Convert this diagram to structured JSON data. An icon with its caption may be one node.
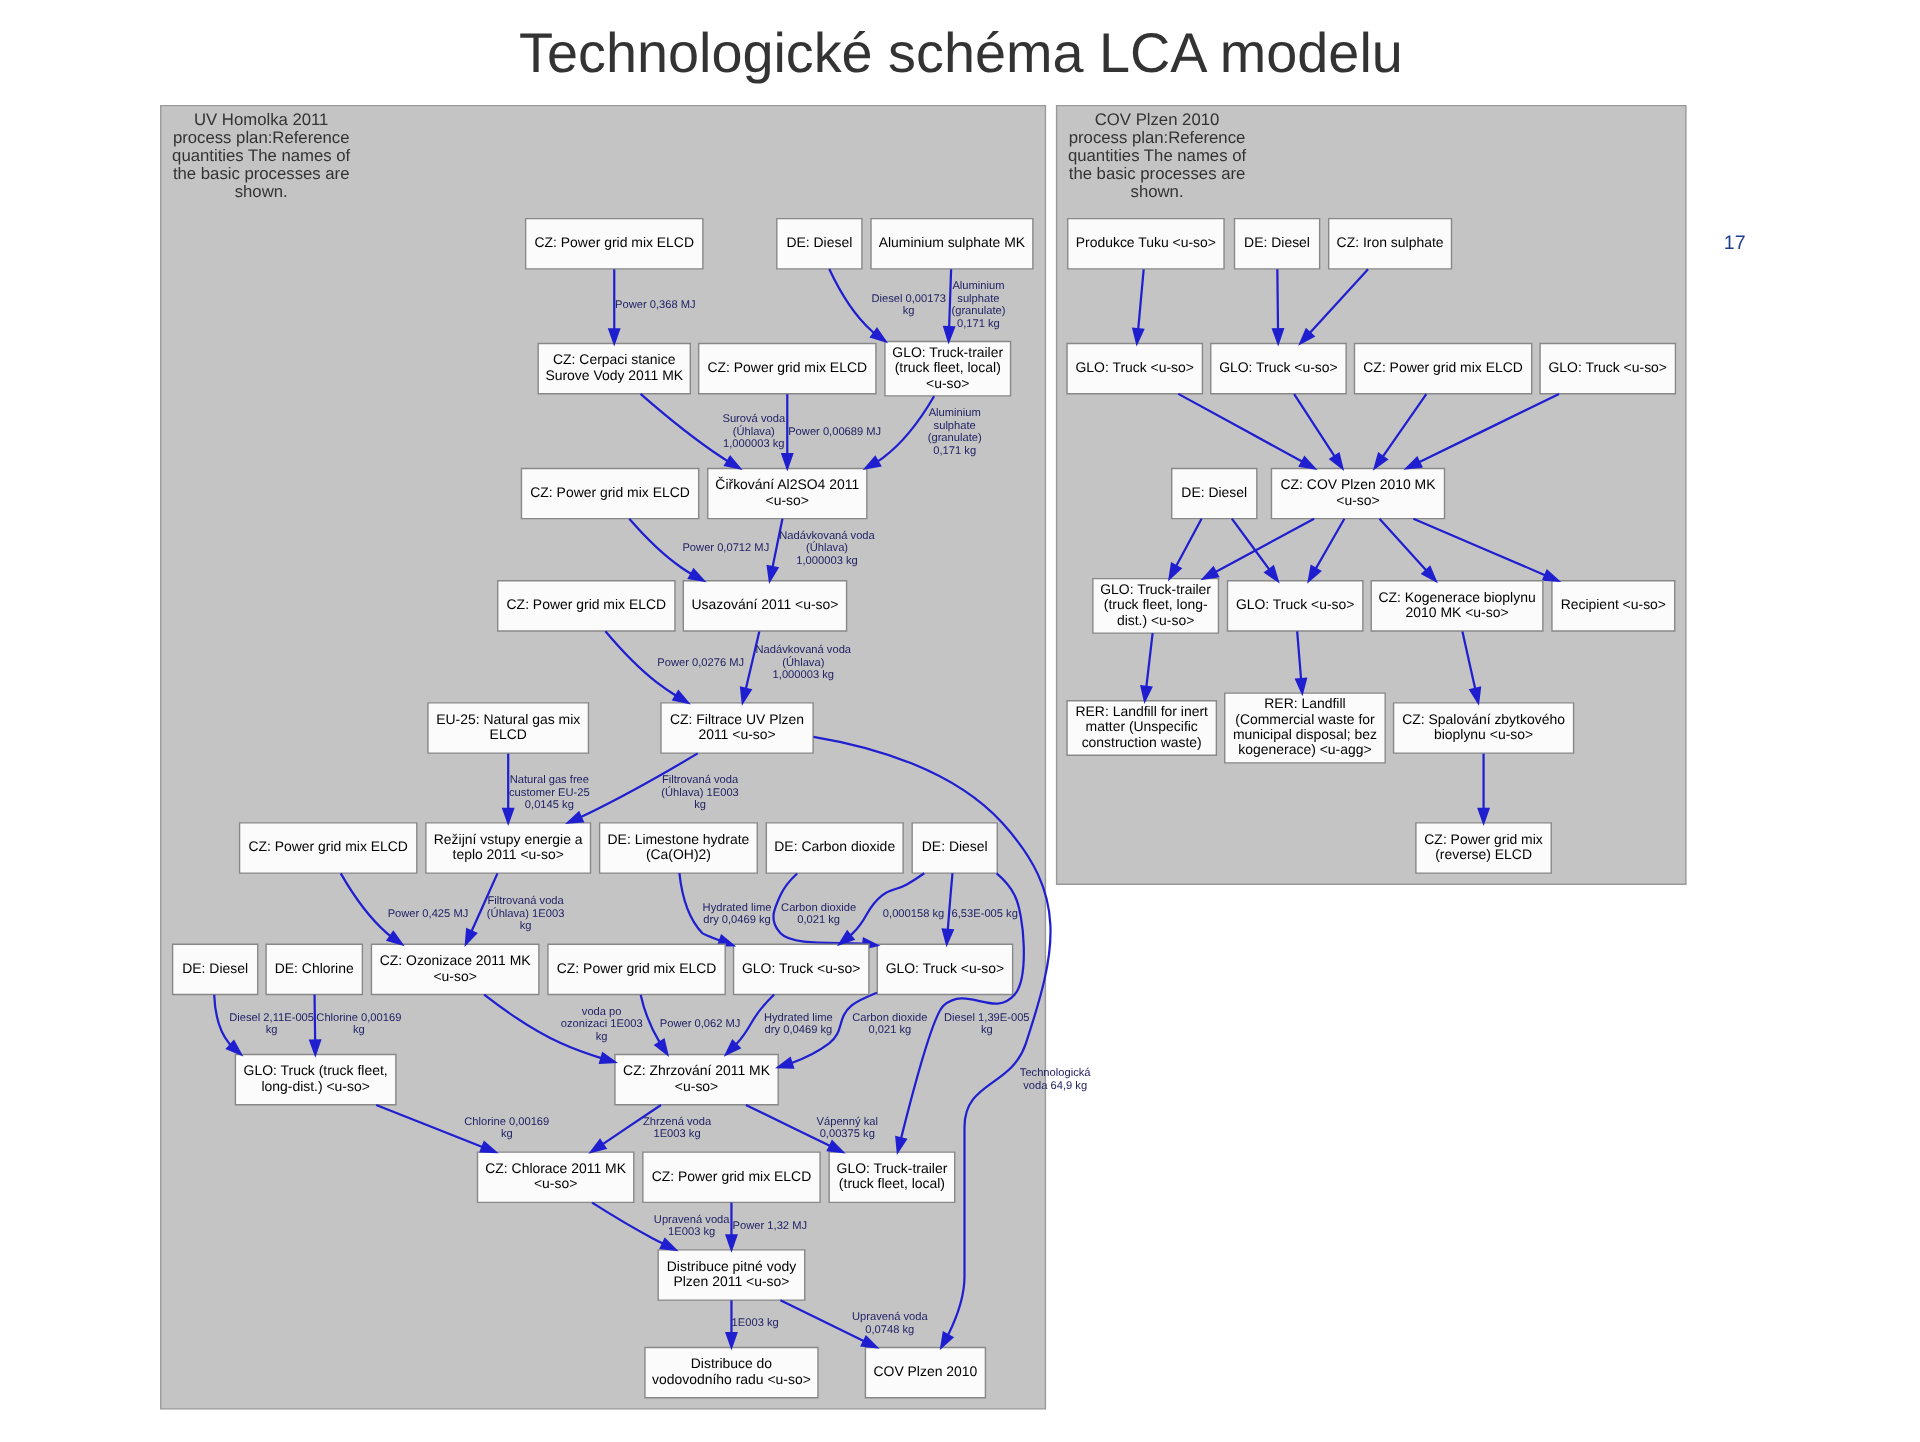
{
  "diagram": {
    "title": "Technologické schéma LCA modelu",
    "nodes": [
      {
        "text": [
          "UV Homolka 2011",
          "process plan:Reference quantities The names of the basic processes are shown."
        ]
      },
      {
        "text": [
          "CZ: Power grid mix ELCD"
        ],
        "in": 0
      },
      {
        "text": [
          "CZ: Cerpaci stanice Surove Vody 2011 MK"
        ],
        "in": 0
      },
      {
        "text": [
          "DE: Diesel"
        ],
        "in": 0
      },
      {
        "text": [
          "Aluminium sulphate MK"
        ],
        "in": 0
      },
      {
        "text": [
          "GLO: Truck-trailer (truck fleet, local) <u-so>"
        ],
        "in": 0
      },
      {
        "text": [
          "CZ: Power grid mix ELCD"
        ],
        "in": 0
      },
      {
        "text": [
          "Čiřkování Al2SO4 2011 <u-so>"
        ],
        "in": 0
      },
      {
        "text": [
          "CZ: Power grid mix ELCD"
        ],
        "in": 0
      },
      {
        "text": [
          "Usazování 2011 <u-so>"
        ],
        "in": 0
      },
      {
        "text": [
          "CZ: Power grid mix ELCD"
        ],
        "in": 0
      },
      {
        "text": [
          "CZ: Filtrace UV Plzen 2011 <u-so>"
        ],
        "in": 0
      },
      {
        "text": [
          "EU-25: Natural gas mix ELCD"
        ],
        "in": 0
      },
      {
        "text": [
          "Režijní vstupy energie a teplo 2011 <u-so>"
        ],
        "in": 0
      },
      {
        "text": [
          "CZ: Power grid mix ELCD"
        ],
        "in": 0
      },
      {
        "text": [
          "CZ: Ozonizace 2011 MK <u-so>"
        ],
        "in": 0
      },
      {
        "text": [
          "DE: Carbon dioxide"
        ],
        "in": 0
      },
      {
        "text": [
          "GLO: Truck <u-so>"
        ],
        "in": 0
      },
      {
        "text": [
          "CZ: Zhrzování 2011 MK <u-so>"
        ],
        "in": 0
      },
      {
        "text": [
          "COV Plzen 2010"
        ],
        "in": 0
      },
      {
        "text": [
          "DE: Diesel"
        ],
        "in": 0
      },
      {
        "text": [
          "DE: Limestone hydrate (Ca(OH)2)"
        ],
        "in": 0
      },
      {
        "text": [
          "GLO: Truck <u-so>"
        ],
        "in": 0
      },
      {
        "text": [
          "CZ: Power grid mix ELCD"
        ],
        "in": 0
      },
      {
        "text": [
          "GLO: Truck-trailer (truck fleet, local)"
        ],
        "in": 0
      },
      {
        "text": [
          "DE: Chlorine"
        ],
        "in": 0
      },
      {
        "text": [
          "DE: Diesel"
        ],
        "in": 0
      },
      {
        "text": [
          "GLO: Truck (truck fleet, long-dist.) <u-so>"
        ],
        "in": 0
      },
      {
        "text": [
          "CZ: Chlorace 2011 MK <u-so>"
        ],
        "in": 0
      },
      {
        "text": [
          "CZ: Power grid mix ELCD"
        ],
        "in": 0
      },
      {
        "text": [
          "Distribuce pitné vody Plzen 2011 <u-so>"
        ],
        "in": 0
      },
      {
        "text": [
          "Distribuce do vodovodního radu <u-so>"
        ],
        "in": 0
      },
      {
        "text": [
          "COV Plzen 2010",
          "process plan:Reference quantities The names of the basic processes are shown."
        ]
      },
      {
        "text": [
          "DE: Diesel"
        ],
        "in": 32
      },
      {
        "text": [
          "CZ: Iron sulphate"
        ],
        "in": 32
      },
      {
        "text": [
          "Produkce Tuku <u-so>"
        ],
        "in": 32
      },
      {
        "text": [
          "GLO: Truck <u-so>"
        ],
        "in": 32
      },
      {
        "text": [
          "GLO: Truck <u-so>"
        ],
        "in": 32
      },
      {
        "text": [
          "GLO: Truck <u-so>"
        ],
        "in": 32
      },
      {
        "text": [
          "CZ: Power grid mix ELCD"
        ],
        "in": 32
      },
      {
        "text": [
          "CZ: COV Plzen 2010 MK <u-so>"
        ],
        "in": 32
      },
      {
        "text": [
          "DE: Diesel"
        ],
        "in": 32
      },
      {
        "text": [
          "GLO: Truck <u-so>"
        ],
        "in": 32
      },
      {
        "text": [
          "GLO: Truck-trailer (truck fleet, long-dist.) <u-so>"
        ],
        "in": 32
      },
      {
        "text": [
          "RER: Landfill (Commercial waste for municipal disposal; bez kogenerace) <u-agg>"
        ],
        "in": 32
      },
      {
        "text": [
          "RER: Landfill for inert matter (Unspecific construction waste)"
        ],
        "in": 32
      },
      {
        "text": [
          "Recipient <u-so>"
        ],
        "in": 32
      },
      {
        "text": [
          "CZ: Kogenerace bioplynu 2010 MK <u-so>"
        ],
        "in": 32
      },
      {
        "text": [
          "CZ: Spalování zbytkového bioplynu <u-so>"
        ],
        "in": 32
      },
      {
        "text": [
          "CZ: Power grid mix (reverse) ELCD"
        ],
        "in": 32
      }
    ],
    "edges": [
      {
        "from": 1,
        "to": 2,
        "arrow": "to",
        "label": "Power 0,368 MJ"
      },
      {
        "from": 3,
        "to": 5,
        "arrow": "to",
        "label": "Diesel 0,00173 kg"
      },
      {
        "from": 4,
        "to": 5,
        "arrow": "to",
        "label": "Aluminium sulphate (granulate) 0,171 kg"
      },
      {
        "from": 5,
        "to": 7,
        "arrow": "to",
        "label": "Aluminium sulphate (granulate) 0,171 kg"
      },
      {
        "from": 2,
        "to": 7,
        "arrow": "to",
        "label": "Surová voda (Úhlava) 1,000003 kg"
      },
      {
        "from": 6,
        "to": 7,
        "arrow": "to",
        "label": "Power 0,00689 MJ"
      },
      {
        "from": 7,
        "to": 9,
        "arrow": "to",
        "label": "Nadávkovaná voda (Úhlava) 1,000003 kg"
      },
      {
        "from": 8,
        "to": 9,
        "arrow": "to",
        "label": "Power 0,0712 MJ"
      },
      {
        "from": 9,
        "to": 11,
        "arrow": "to",
        "label": "Nadávkovaná voda (Úhlava) 1,000003 kg"
      },
      {
        "from": 10,
        "to": 11,
        "arrow": "to",
        "label": "Power 0,0276 MJ"
      },
      {
        "from": 11,
        "to": 19,
        "arrow": "to",
        "label": "Technologická voda 64,9 kg"
      },
      {
        "from": 11,
        "to": 13,
        "arrow": "to",
        "label": "Filtrovaná voda (Úhlava) 1E003 kg"
      },
      {
        "from": 12,
        "to": 13,
        "arrow": "to",
        "label": "Natural gas free customer EU-25 0,0145 kg"
      },
      {
        "from": 13,
        "to": 15,
        "arrow": "to",
        "label": "Filtrovaná voda (Úhlava) 1E003 kg"
      },
      {
        "from": 14,
        "to": 15,
        "arrow": "to",
        "label": "Power 0,425 MJ"
      },
      {
        "from": 15,
        "to": 18,
        "arrow": "to",
        "label": "voda po ozonizaci 1E003 kg"
      },
      {
        "from": 16,
        "to": 17,
        "arrow": "to",
        "label": "Carbon dioxide 0,021 kg"
      },
      {
        "from": 20,
        "to": 17,
        "arrow": "to",
        "label": "6,53E-005 kg"
      },
      {
        "from": 17,
        "to": 18,
        "arrow": "to",
        "label": "Carbon dioxide 0,021 kg"
      },
      {
        "from": 20,
        "to": 22,
        "arrow": "to",
        "label": "0,000158 kg"
      },
      {
        "from": 21,
        "to": 22,
        "arrow": "to",
        "label": "Hydrated lime dry 0,0469 kg"
      },
      {
        "from": 22,
        "to": 18,
        "arrow": "to",
        "label": "Hydrated lime dry 0,0469 kg"
      },
      {
        "from": 23,
        "to": 18,
        "arrow": "to",
        "label": "Power 0,062 MJ"
      },
      {
        "from": 20,
        "to": 24,
        "arrow": "to",
        "label": "Diesel 1,39E-005 kg"
      },
      {
        "from": 18,
        "to": 24,
        "arrow": "to",
        "label": "Vápenný kal 0,00375 kg"
      },
      {
        "from": 18,
        "to": 28,
        "arrow": "to",
        "label": "Zhrzená voda 1E003 kg"
      },
      {
        "from": 25,
        "to": 27,
        "arrow": "to",
        "label": "Chlorine 0,00169 kg"
      },
      {
        "from": 26,
        "to": 27,
        "arrow": "to",
        "label": "Diesel 2,11E-005 kg"
      },
      {
        "from": 27,
        "to": 28,
        "arrow": "to",
        "label": "Chlorine 0,00169 kg"
      },
      {
        "from": 28,
        "to": 30,
        "arrow": "to",
        "label": "Upravená voda 1E003 kg"
      },
      {
        "from": 29,
        "to": 30,
        "arrow": "to",
        "label": "Power 1,32 MJ"
      },
      {
        "from": 30,
        "to": 31,
        "arrow": "to",
        "label": "1E003 kg"
      },
      {
        "from": 30,
        "to": 19,
        "arrow": "to",
        "label": "Upravená voda 0,0748 kg"
      },
      {
        "from": 33,
        "to": 36,
        "arrow": "to"
      },
      {
        "from": 34,
        "to": 36,
        "arrow": "to"
      },
      {
        "from": 35,
        "to": 38,
        "arrow": "to"
      },
      {
        "from": 36,
        "to": 40,
        "arrow": "to"
      },
      {
        "from": 37,
        "to": 40,
        "arrow": "to"
      },
      {
        "from": 38,
        "to": 40,
        "arrow": "to"
      },
      {
        "from": 39,
        "to": 40,
        "arrow": "to"
      },
      {
        "from": 40,
        "to": 42,
        "arrow": "to"
      },
      {
        "from": 40,
        "to": 43,
        "arrow": "to"
      },
      {
        "from": 41,
        "to": 42,
        "arrow": "to"
      },
      {
        "from": 41,
        "to": 43,
        "arrow": "to"
      },
      {
        "from": 42,
        "to": 44,
        "arrow": "to"
      },
      {
        "from": 43,
        "to": 45,
        "arrow": "to"
      },
      {
        "from": 40,
        "to": 46,
        "arrow": "to"
      },
      {
        "from": 40,
        "to": 47,
        "arrow": "to"
      },
      {
        "from": 47,
        "to": 48,
        "arrow": "to"
      },
      {
        "from": 48,
        "to": 49,
        "arrow": "to"
      }
    ],
    "labels": [
      "17"
    ]
  }
}
